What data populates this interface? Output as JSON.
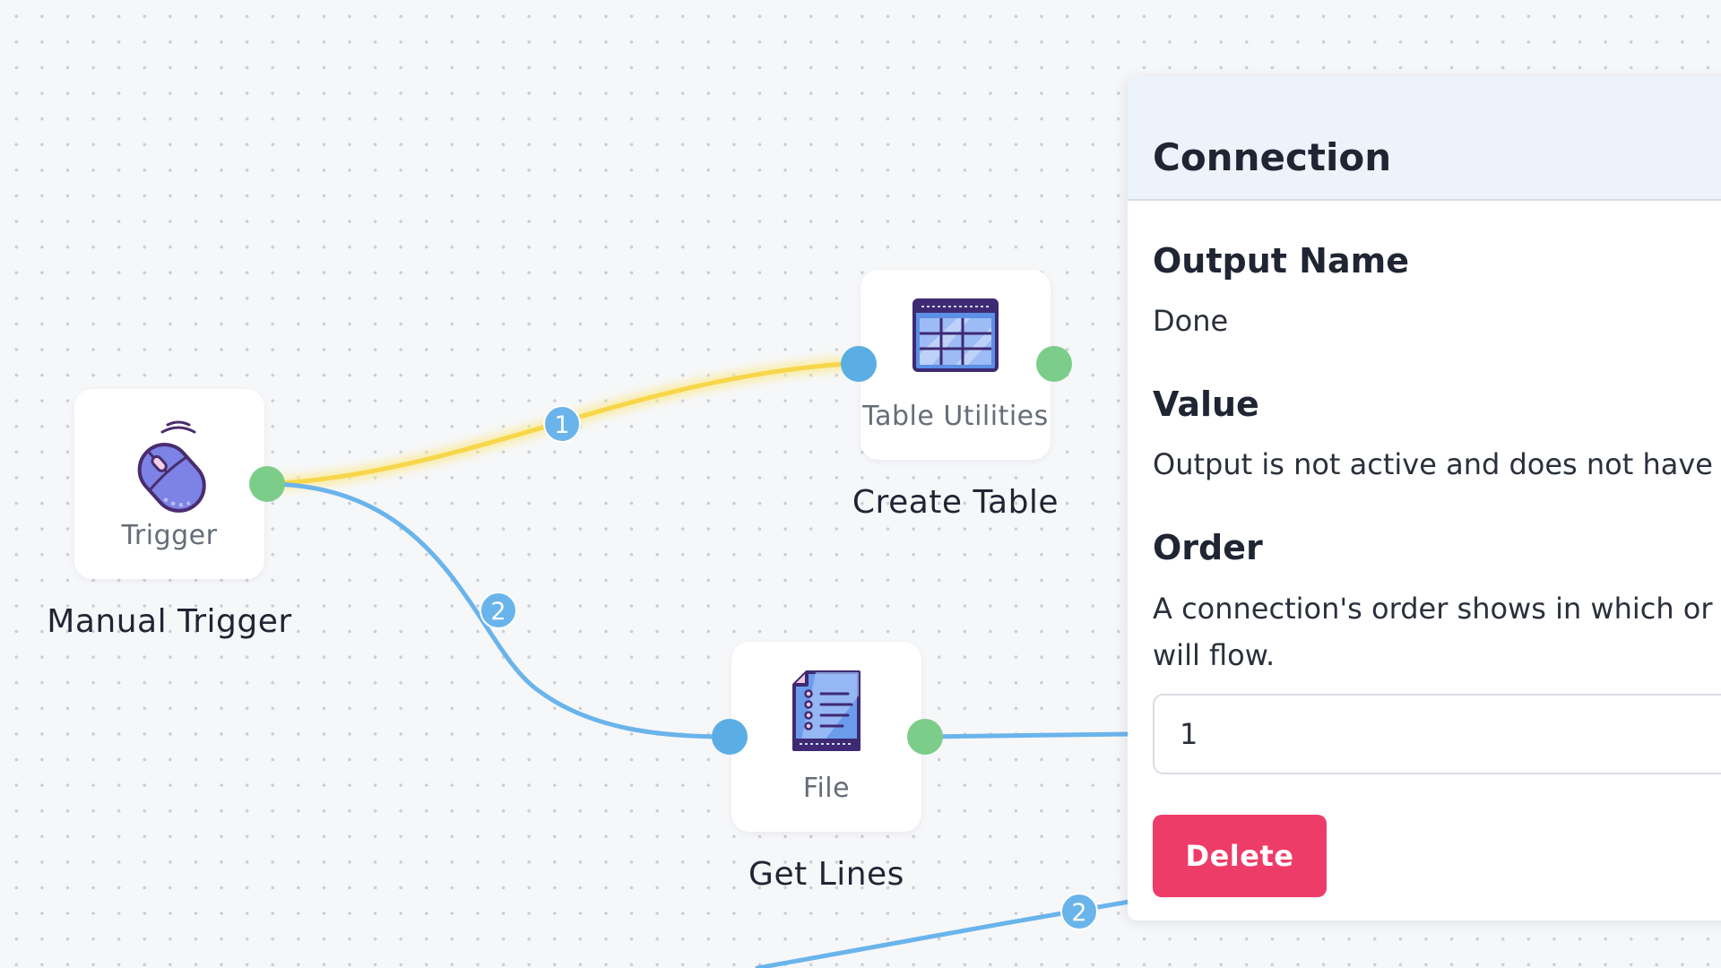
{
  "nodes": {
    "manual_trigger": {
      "type_label": "Trigger",
      "name": "Manual Trigger",
      "icon": "mouse-trigger-icon"
    },
    "create_table": {
      "type_label": "Table Utilities",
      "name": "Create Table",
      "icon": "table-grid-icon"
    },
    "get_lines": {
      "type_label": "File",
      "name": "Get Lines",
      "icon": "file-document-icon"
    }
  },
  "connections": [
    {
      "from": "Manual Trigger",
      "to": "Create Table",
      "order": "1",
      "color": "#f7d64a",
      "selected": true
    },
    {
      "from": "Manual Trigger",
      "to": "Get Lines",
      "order": "2",
      "color": "#6ab4ec",
      "selected": false
    },
    {
      "from": "Get Lines",
      "to": "",
      "order": "",
      "color": "#6ab4ec",
      "selected": false
    },
    {
      "from": "",
      "to": "",
      "order": "2",
      "color": "#6ab4ec",
      "selected": false
    }
  ],
  "panel": {
    "title": "Connection",
    "output_name_label": "Output Name",
    "output_name_value": "Done",
    "value_label": "Value",
    "value_text": "Output is not active and does not have",
    "order_label": "Order",
    "order_description_line1": "A connection's order shows in which or",
    "order_description_line2": "will flow.",
    "order_value": "1",
    "delete_label": "Delete"
  },
  "colors": {
    "accent_delete": "#ee3c68",
    "input_port": "#5aaee4",
    "output_port": "#7ccd8a",
    "selected_edge": "#f7d64a",
    "edge": "#6ab4ec",
    "panel_header": "#edf3fb"
  }
}
